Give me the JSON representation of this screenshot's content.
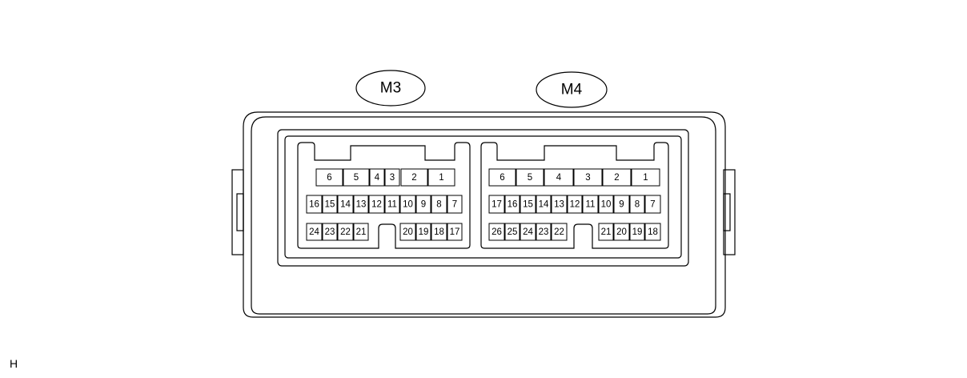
{
  "connectors": [
    {
      "label": "M3",
      "rows": [
        [
          "6",
          "5",
          "4",
          "3",
          "2",
          "1"
        ],
        [
          "16",
          "15",
          "14",
          "13",
          "12",
          "11",
          "10",
          "9",
          "8",
          "7"
        ],
        [
          "24",
          "23",
          "22",
          "21",
          "20",
          "19",
          "18",
          "17"
        ]
      ]
    },
    {
      "label": "M4",
      "rows": [
        [
          "6",
          "5",
          "4",
          "3",
          "2",
          "1"
        ],
        [
          "17",
          "16",
          "15",
          "14",
          "13",
          "12",
          "11",
          "10",
          "9",
          "8",
          "7"
        ],
        [
          "26",
          "25",
          "24",
          "23",
          "22",
          "21",
          "20",
          "19",
          "18"
        ]
      ]
    }
  ],
  "corner_label": "H"
}
